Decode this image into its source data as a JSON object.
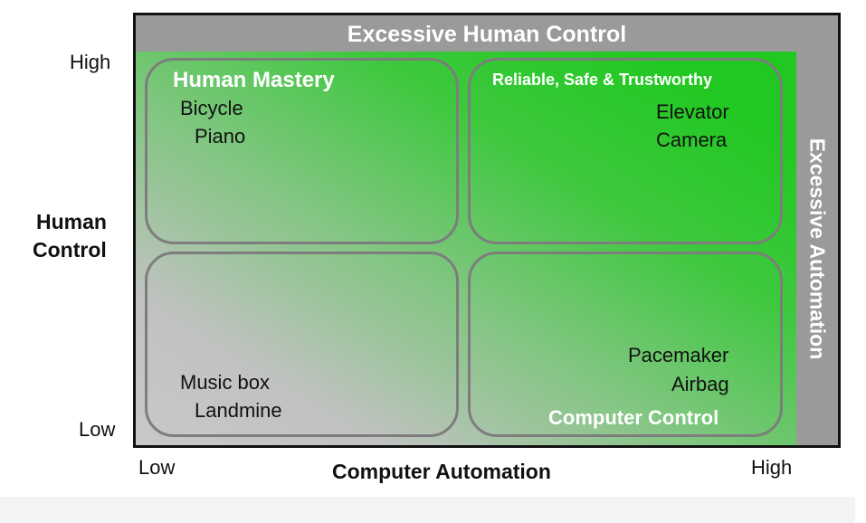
{
  "bands": {
    "top": "Excessive Human Control",
    "right": "Excessive Automation"
  },
  "quadrants": {
    "top_left": {
      "title": "Human Mastery",
      "items": [
        "Bicycle",
        "Piano"
      ]
    },
    "top_right": {
      "title": "Reliable, Safe & Trustworthy",
      "items": [
        "Elevator",
        "Camera"
      ]
    },
    "bottom_left": {
      "title": "",
      "items": [
        "Music box",
        "Landmine"
      ]
    },
    "bottom_right": {
      "title": "Computer Control",
      "items": [
        "Pacemaker",
        "Airbag"
      ]
    }
  },
  "y_axis": {
    "label_line1": "Human",
    "label_line2": "Control",
    "high": "High",
    "low": "Low"
  },
  "x_axis": {
    "label": "Computer Automation",
    "low": "Low",
    "high": "High"
  },
  "colors": {
    "band": "#9a9a9a",
    "green": "#22c822",
    "grey": "#c8c8c8",
    "frame": "#111111"
  }
}
